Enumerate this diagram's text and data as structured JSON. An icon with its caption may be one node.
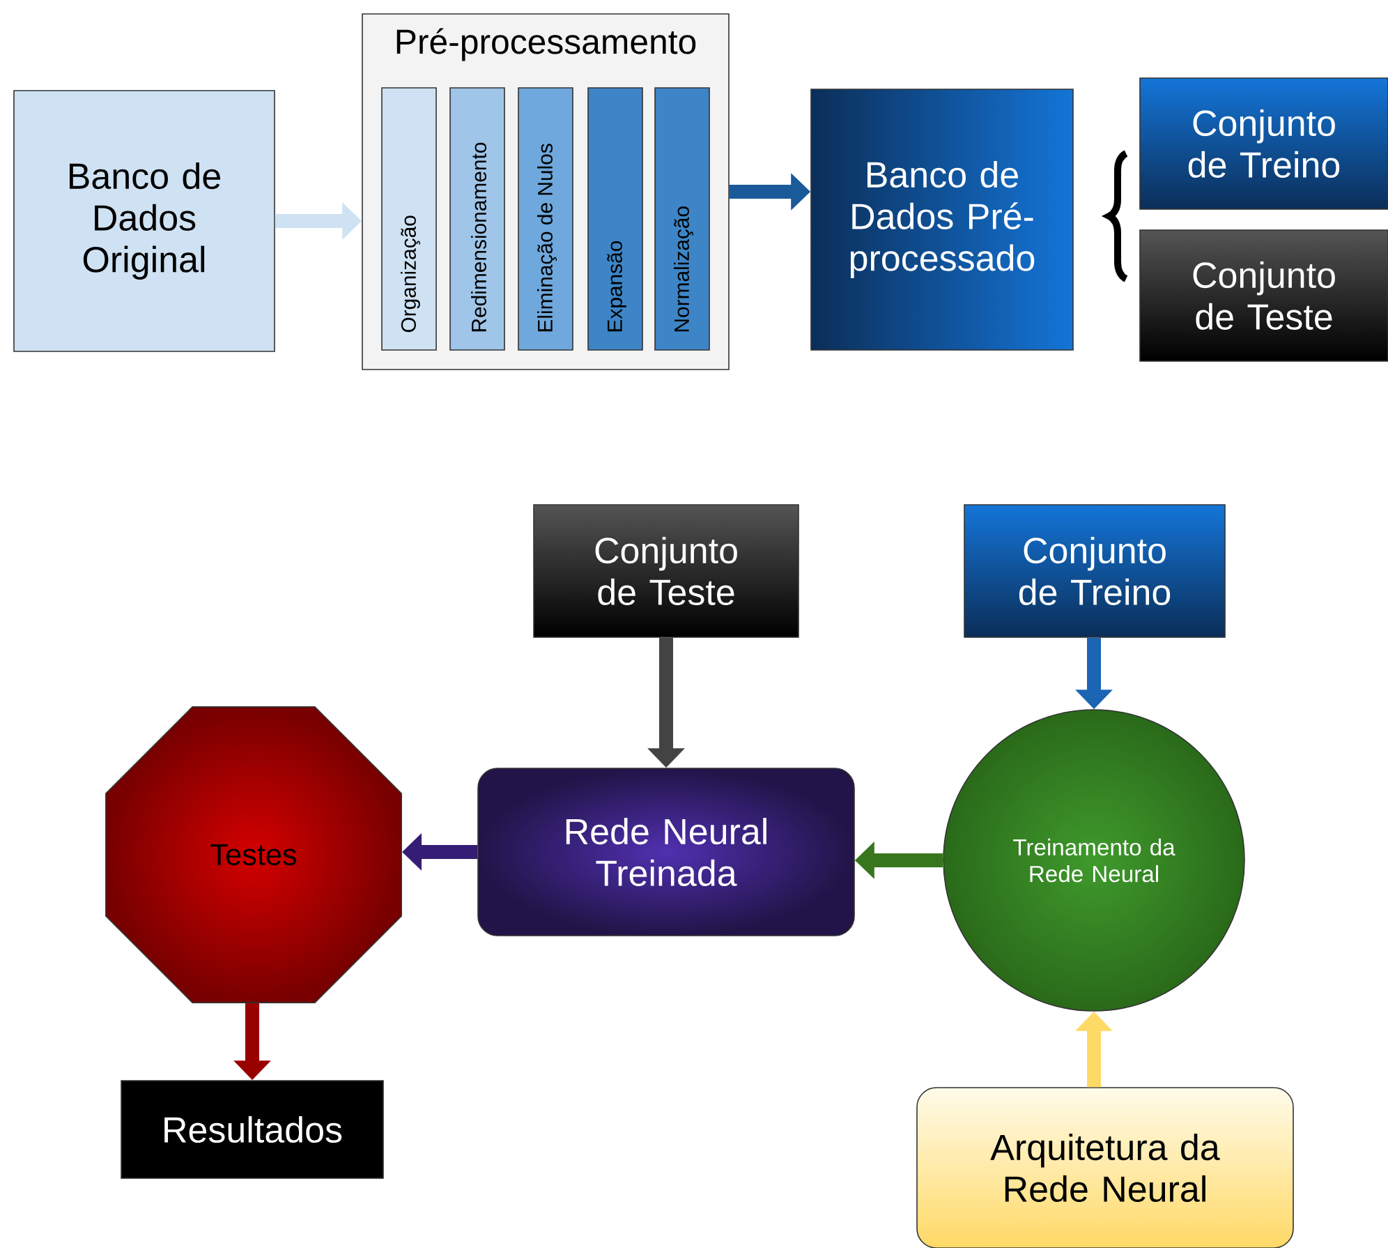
{
  "diagram": {
    "nodes": [
      {
        "text": [
          "Banco de Dados Original"
        ]
      },
      {
        "text": [
          "Pré-processamento"
        ]
      },
      {
        "text": [
          "Organização"
        ],
        "in": 1
      },
      {
        "text": [
          "Redimensionamento"
        ],
        "in": 1
      },
      {
        "text": [
          "Eliminação de Nulos"
        ],
        "in": 1
      },
      {
        "text": [
          "Expansão"
        ],
        "in": 1
      },
      {
        "text": [
          "Normalização"
        ],
        "in": 1
      },
      {
        "text": [
          "Banco de Dados Pré-processado"
        ]
      },
      {
        "text": [
          "Conjunto de Treino"
        ]
      },
      {
        "text": [
          "Conjunto de Teste"
        ]
      },
      {
        "text": [
          "Conjunto de Teste"
        ]
      },
      {
        "text": [
          "Conjunto de Treino"
        ]
      },
      {
        "text": [
          "Testes"
        ]
      },
      {
        "text": [
          "Rede Neural Treinada"
        ]
      },
      {
        "text": [
          "Treinamento da Rede Neural"
        ]
      },
      {
        "text": [
          "Resultados"
        ]
      },
      {
        "text": [
          "Arquitetura da Rede Neural"
        ]
      }
    ],
    "edges": [
      {
        "from": 0,
        "to": 1,
        "arrow": "to",
        "color": "#cfe2f3"
      },
      {
        "from": 1,
        "to": 7,
        "arrow": "to",
        "color": "#1a5a9a"
      },
      {
        "from": 10,
        "to": 13,
        "arrow": "to",
        "color": "#434343"
      },
      {
        "from": 11,
        "to": 14,
        "arrow": "to",
        "color": "#1c64b4"
      },
      {
        "from": 14,
        "to": 13,
        "arrow": "to",
        "color": "#38761d"
      },
      {
        "from": 13,
        "to": 12,
        "arrow": "to",
        "color": "#351c75"
      },
      {
        "from": 12,
        "to": 15,
        "arrow": "to",
        "color": "#990000"
      },
      {
        "from": 16,
        "to": 14,
        "arrow": "to",
        "color": "#ffd966"
      }
    ]
  }
}
